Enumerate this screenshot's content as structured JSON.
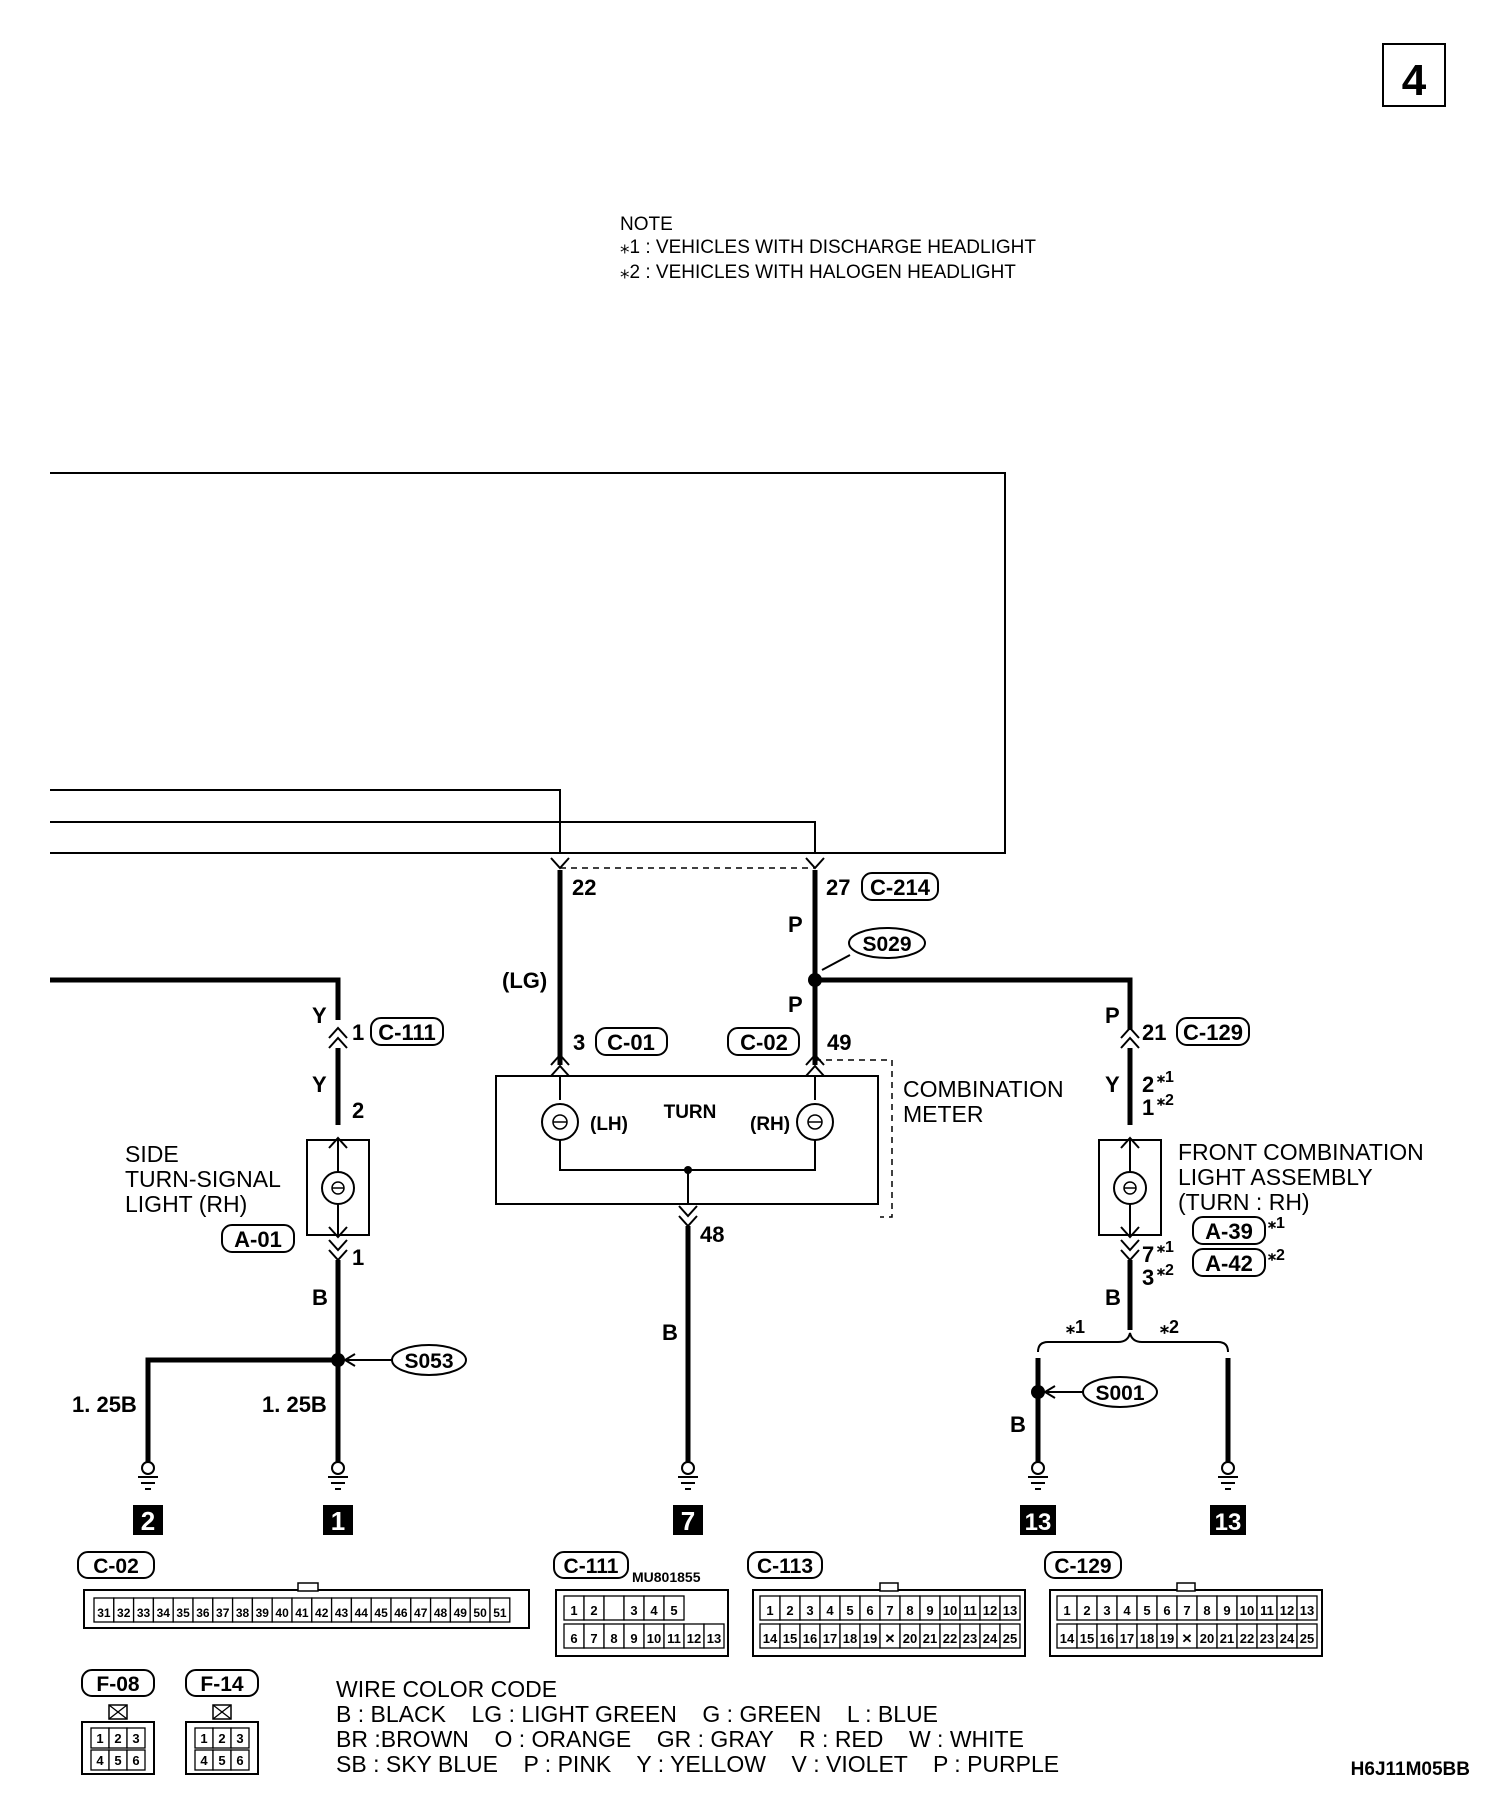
{
  "page_number": "4",
  "diagram_code": "H6J11M05BB",
  "note": {
    "title": "NOTE",
    "star1": "⁎1 : VEHICLES WITH DISCHARGE HEADLIGHT",
    "star2": "⁎2 : VEHICLES WITH HALOGEN HEADLIGHT"
  },
  "star1": "⁎1",
  "star2": "⁎2",
  "connectors": {
    "c214": "C-214",
    "c111": "C-111",
    "c01": "C-01",
    "c02": "C-02",
    "c129": "C-129",
    "a01": "A-01",
    "a39": "A-39",
    "a42": "A-42",
    "c113": "C-113",
    "f08": "F-08",
    "f14": "F-14"
  },
  "splices": {
    "s029": "S029",
    "s053": "S053",
    "s001": "S001"
  },
  "pins": {
    "p22": "22",
    "p27": "27",
    "p3": "3",
    "p49": "49",
    "p48": "48",
    "p1_c111": "1",
    "p2_side": "2",
    "p1_side": "1",
    "p21": "21",
    "p2_front": "2",
    "p1_front": "1",
    "p7": "7",
    "p3_front": "3"
  },
  "wires": {
    "lg": "(LG)",
    "p_top": "P",
    "p_mid": "P",
    "p_right": "P",
    "y_top": "Y",
    "y_mid": "Y",
    "y_right": "Y",
    "b_side": "B",
    "b_meter": "B",
    "b_front": "B",
    "b_s001": "B",
    "g125_left": "1. 25B",
    "g125_right": "1. 25B"
  },
  "components": {
    "combination_meter_line1": "COMBINATION",
    "combination_meter_line2": "METER",
    "turn": "TURN",
    "lh": "(LH)",
    "rh": "(RH)",
    "side_line1": "SIDE",
    "side_line2": "TURN-SIGNAL",
    "side_line3": "LIGHT (RH)",
    "front_line1": "FRONT COMBINATION",
    "front_line2": "LIGHT ASSEMBLY",
    "front_line3": "(TURN : RH)"
  },
  "grounds": [
    "2",
    "1",
    "7",
    "13",
    "13"
  ],
  "part_number": "MU801855",
  "connector_views": {
    "c02_pins": [
      "31",
      "32",
      "33",
      "34",
      "35",
      "36",
      "37",
      "38",
      "39",
      "40",
      "41",
      "42",
      "43",
      "44",
      "45",
      "46",
      "47",
      "48",
      "49",
      "50",
      "51"
    ],
    "c111_row1": [
      "1",
      "2",
      "",
      "3",
      "4",
      "5"
    ],
    "c111_row2": [
      "6",
      "7",
      "8",
      "9",
      "10",
      "11",
      "12",
      "13"
    ],
    "c113_row1": [
      "1",
      "2",
      "3",
      "4",
      "5",
      "6",
      "7",
      "8",
      "9",
      "10",
      "11",
      "12",
      "13"
    ],
    "c113_row2": [
      "14",
      "15",
      "16",
      "17",
      "18",
      "19",
      "✕",
      "20",
      "21",
      "22",
      "23",
      "24",
      "25"
    ],
    "c129_row1": [
      "1",
      "2",
      "3",
      "4",
      "5",
      "6",
      "7",
      "8",
      "9",
      "10",
      "11",
      "12",
      "13"
    ],
    "c129_row2": [
      "14",
      "15",
      "16",
      "17",
      "18",
      "19",
      "✕",
      "20",
      "21",
      "22",
      "23",
      "24",
      "25"
    ],
    "f_row1": [
      "1",
      "2",
      "3"
    ],
    "f_row2": [
      "4",
      "5",
      "6"
    ]
  },
  "wire_color_code": {
    "title": "WIRE COLOR CODE",
    "line1": "B : BLACK    LG : LIGHT GREEN    G : GREEN    L : BLUE",
    "line2": "BR :BROWN    O : ORANGE    GR : GRAY    R : RED    W : WHITE",
    "line3": "SB : SKY BLUE    P : PINK    Y : YELLOW    V : VIOLET    P : PURPLE"
  }
}
